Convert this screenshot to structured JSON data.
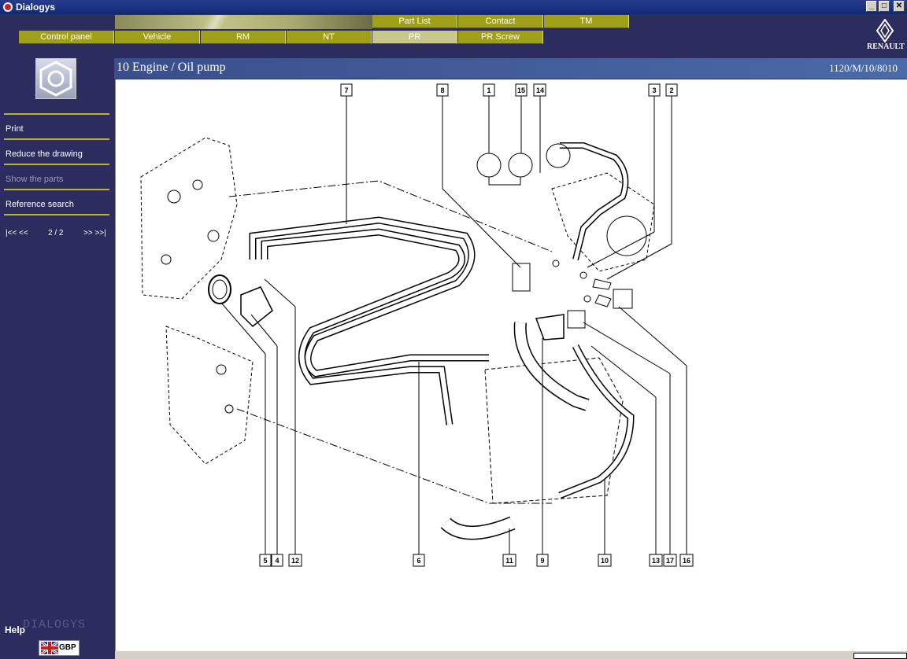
{
  "window": {
    "title": "Dialogys",
    "minimize": "_",
    "maximize": "□",
    "close": "✕"
  },
  "nav": {
    "row1": [
      {
        "label": "Part List"
      },
      {
        "label": "Contact"
      },
      {
        "label": "TM"
      }
    ],
    "row2": [
      {
        "label": "Control panel"
      },
      {
        "label": "Vehicle"
      },
      {
        "label": "RM"
      },
      {
        "label": "NT"
      },
      {
        "label": "PR",
        "active": true
      },
      {
        "label": "PR Screw"
      }
    ]
  },
  "brand": {
    "logo_text": "RENAULT",
    "footer_brand": "DIALOGYS"
  },
  "sidebar": {
    "items": [
      {
        "label": "Print",
        "enabled": true
      },
      {
        "label": "Reduce the drawing",
        "enabled": true
      },
      {
        "label": "Show the parts",
        "enabled": false
      },
      {
        "label": "Reference search",
        "enabled": true
      }
    ],
    "pager": {
      "first_prev": "|<< <<",
      "page": "2 / 2",
      "next_last": ">> >>|"
    },
    "help": "Help",
    "currency": "GBP"
  },
  "content": {
    "title": "10 Engine / Oil pump",
    "ref": "1120/M/10/8010",
    "callouts_top": [
      "7",
      "8",
      "1",
      "15",
      "14",
      "3",
      "2"
    ],
    "callouts_bottom": [
      "5",
      "4",
      "12",
      "6",
      "11",
      "9",
      "10",
      "13",
      "17",
      "16"
    ]
  },
  "colors": {
    "accent": "#a0a018",
    "sidebar": "#2c2c5e",
    "title_bar": "#3a4f8c"
  }
}
